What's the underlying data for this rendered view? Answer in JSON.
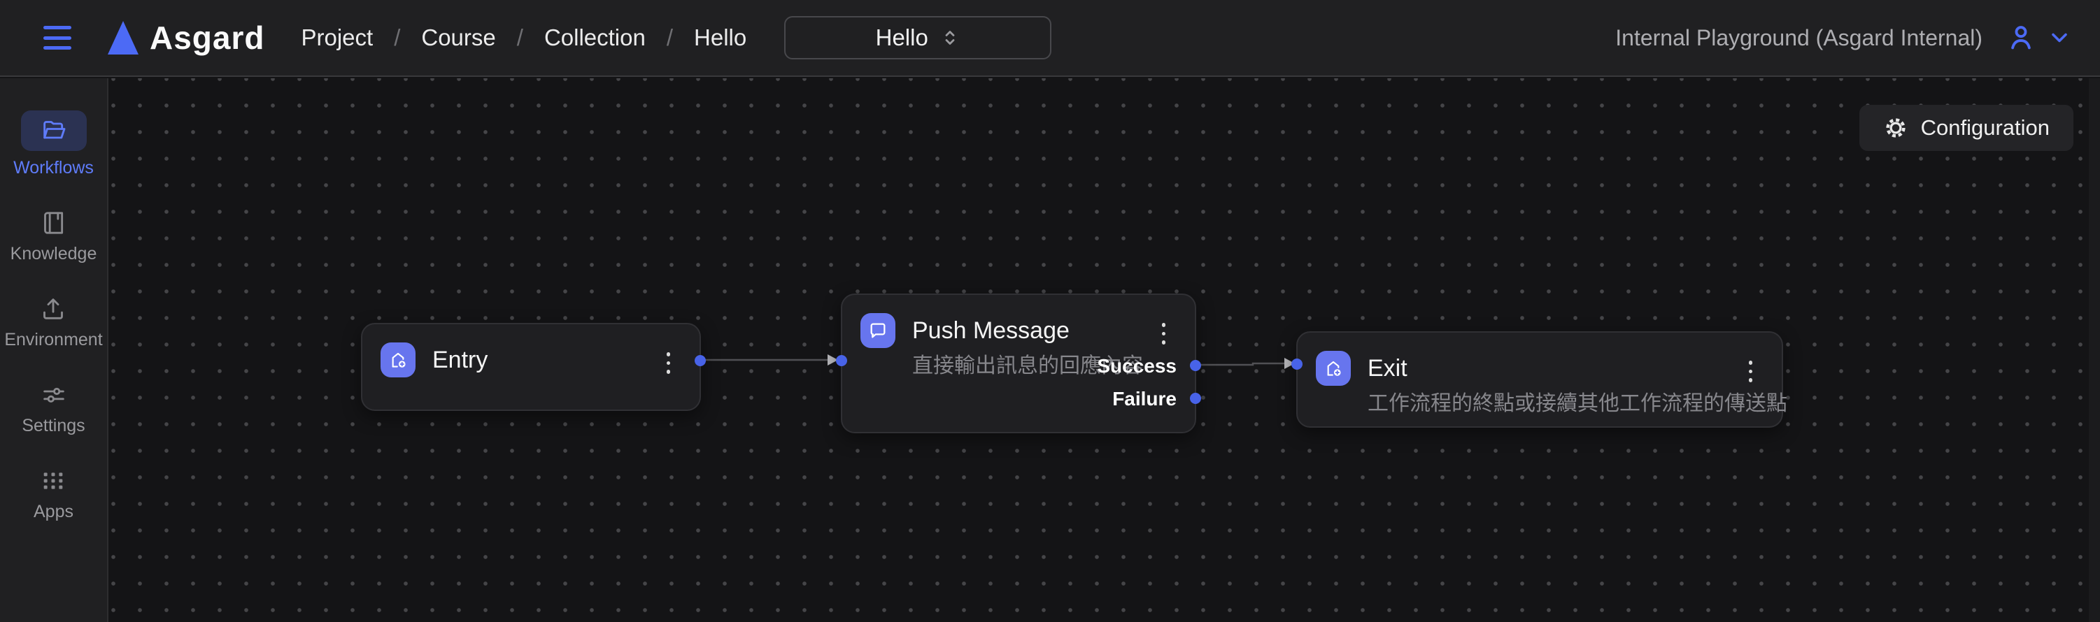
{
  "app": {
    "name": "Asgard"
  },
  "header": {
    "breadcrumb": {
      "items": [
        "Project",
        "Course",
        "Collection",
        "Hello"
      ],
      "separator": "/"
    },
    "workflow_selector": "Hello",
    "workspace_label": "Internal Playground (Asgard Internal)"
  },
  "sidebar": {
    "items": [
      {
        "label": "Workflows",
        "icon": "folder-icon",
        "active": true
      },
      {
        "label": "Knowledge",
        "icon": "book-icon",
        "active": false
      },
      {
        "label": "Environment",
        "icon": "upload-icon",
        "active": false
      },
      {
        "label": "Settings",
        "icon": "sliders-icon",
        "active": false
      },
      {
        "label": "Apps",
        "icon": "apps-grid-icon",
        "active": false
      }
    ]
  },
  "canvas": {
    "configuration_label": "Configuration",
    "nodes": {
      "entry": {
        "title": "Entry",
        "icon": "house-plus-icon"
      },
      "push_message": {
        "title": "Push Message",
        "subtitle": "直接輸出訊息的回應內容",
        "icon": "chat-bubble-icon",
        "output_ports": [
          "Success",
          "Failure"
        ]
      },
      "exit": {
        "title": "Exit",
        "subtitle": "工作流程的終點或接續其他工作流程的傳送點",
        "icon": "house-plus-icon"
      }
    },
    "edges": [
      {
        "from": "Entry",
        "to": "Push Message"
      },
      {
        "from": "Push Message:Success",
        "to": "Exit"
      }
    ]
  },
  "colors": {
    "accent_blue": "#4c6af5",
    "node_icon_bg": "#6775ee",
    "port_blue": "#4863e8",
    "panel_bg": "#202022",
    "canvas_bg": "#141416",
    "node_bg": "#1f1f22",
    "active_item_bg": "#2b3252"
  }
}
